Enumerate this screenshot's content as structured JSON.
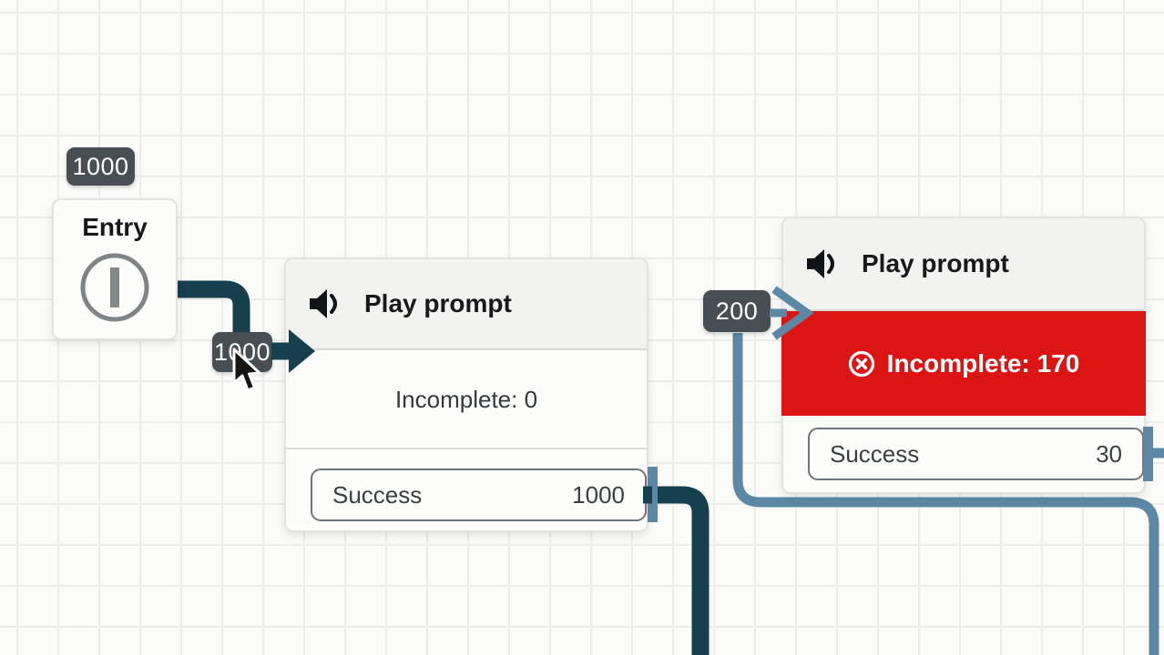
{
  "canvas": {
    "background_color": "#fbfbfa",
    "grid_line_color": "#ececea"
  },
  "palette": {
    "connector_dark": "#173f4e",
    "connector_blue": "#5d88a5",
    "badge_background": "#474e54",
    "error_red": "#dd1414",
    "card_background": "#fcfcfb",
    "header_background": "#f2f2f0"
  },
  "metric_badges": {
    "entry_total": "1000",
    "entry_to_prompt1": "1000",
    "to_prompt2": "200"
  },
  "entry_node": {
    "title": "Entry",
    "icon": "entry-terminal-icon"
  },
  "prompt_node_1": {
    "title": "Play prompt",
    "icon": "speaker-icon",
    "status_text": "Incomplete: 0",
    "output_label": "Success",
    "output_value": "1000"
  },
  "prompt_node_2": {
    "title": "Play prompt",
    "icon": "speaker-icon",
    "error_icon": "circle-x-icon",
    "error_text": "Incomplete: 170",
    "output_label": "Success",
    "output_value": "30"
  },
  "cursor": {
    "icon": "arrow-pointer-cursor"
  }
}
